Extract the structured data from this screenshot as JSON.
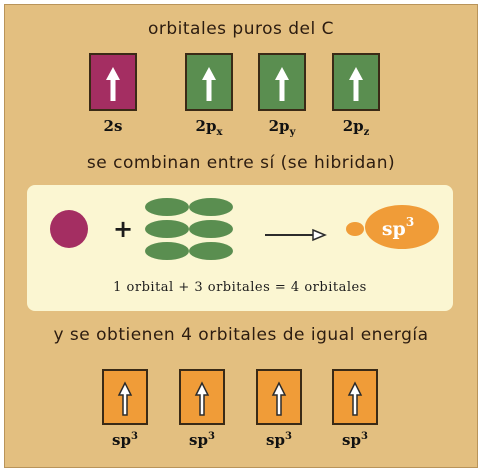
{
  "headings": {
    "pure_orbitals": "orbitales puros del C",
    "combine": "se combinan entre sí (se hibridan)",
    "result": "y se obtienen 4 orbitales de igual energía"
  },
  "pure_orbitals": [
    {
      "base": "2s",
      "sub": "",
      "color": "#a42e62"
    },
    {
      "base": "2p",
      "sub": "x",
      "color": "#5a8e50"
    },
    {
      "base": "2p",
      "sub": "y",
      "color": "#5a8e50"
    },
    {
      "base": "2p",
      "sub": "z",
      "color": "#5a8e50"
    }
  ],
  "combination": {
    "plus": "+",
    "hybrid_base": "sp",
    "hybrid_sup": "3",
    "equation": "1 orbital  +  3 orbitales  =  4 orbitales",
    "colors": {
      "s": "#a42e62",
      "p": "#5a8e50",
      "hybrid": "#f09c38"
    }
  },
  "hybrid_orbitals": [
    {
      "base": "sp",
      "sup": "3"
    },
    {
      "base": "sp",
      "sup": "3"
    },
    {
      "base": "sp",
      "sup": "3"
    },
    {
      "base": "sp",
      "sup": "3"
    }
  ]
}
